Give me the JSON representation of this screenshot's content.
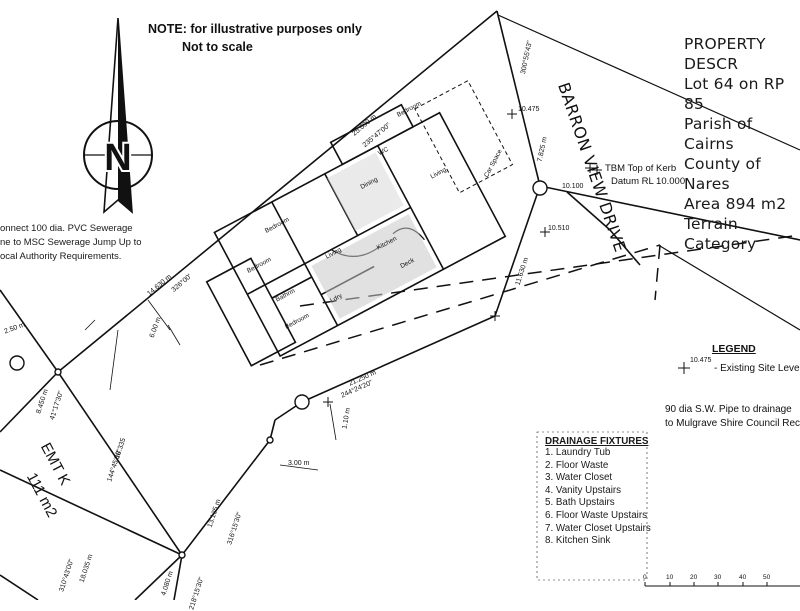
{
  "note": {
    "line1": "NOTE: for illustrative purposes only",
    "line2": "Not to scale"
  },
  "north_label": "N",
  "street_name": "BARRON VIEW DRIVE",
  "property": {
    "title": "PROPERTY DESCR",
    "lot": "Lot 64 on RP 85",
    "parish": "Parish of Cairns",
    "county": "County of Nares",
    "area": "Area 894 m2",
    "terrain": "Terrain Category"
  },
  "tbm": {
    "line1": "TBM Top of Kerb",
    "line2": "Datum RL 10.000"
  },
  "sewer_note": {
    "line1": "onnect 100 dia. PVC Sewerage",
    "line2": "ne to MSC Sewerage Jump Up to",
    "line3": "ocal Authority Requirements."
  },
  "easement": {
    "name": "EMT K",
    "area": "111 m2"
  },
  "legend": {
    "title": "LEGEND",
    "level_sample": "10.475",
    "level_label": "- Existing Site Level"
  },
  "pipe_note": {
    "line1": "90 dia S.W. Pipe to drainage",
    "line2": "to Mulgrave Shire Council Rec"
  },
  "drainage": {
    "title": "DRAINAGE FIXTURES",
    "items": [
      "1. Laundry Tub",
      "2. Floor Waste",
      "3. Water Closet",
      "4. Vanity Upstairs",
      "5. Bath Upstairs",
      "6. Floor Waste Upstairs",
      "7. Water Closet Upstairs",
      "8. Kitchen Sink"
    ]
  },
  "scale_bar": [
    "0",
    "10",
    "20",
    "30",
    "40",
    "50"
  ],
  "rooms": {
    "bedroom1": "Bedroom",
    "bedroom2": "Bedroom",
    "bedroom3": "Bedroom",
    "bedroom4": "Bedroom",
    "living1": "Living",
    "living2": "Living",
    "dining": "Dining",
    "kitchen": "Kitchen",
    "deck": "Deck",
    "laundry": "Ldry",
    "bath": "Bathrm",
    "wc": "WC",
    "carport": "Car Space"
  },
  "levels": {
    "l1": "10.475",
    "l2": "10.510",
    "l3": "10.100"
  },
  "dimensions": {
    "d1": "25.090 m",
    "d2": "235°47'00\"",
    "d3": "21.250 m",
    "d4": "244°24'20\"",
    "d5": "14.630 m",
    "d6": "326°00'",
    "d7": "8.450 m",
    "d8": "13.135 m",
    "d9": "316°15'30\"",
    "d10": "18.035 m",
    "d11": "310°43'00\"",
    "d12": "2.50 m",
    "d13": "3.00 m",
    "d14": "1.10 m",
    "d15": "11.630 m",
    "d16": "7.825 m",
    "d17": "300°55'43\"",
    "d18": "6.00 m",
    "d19": "4.080 m",
    "d20": "218°15'30\"",
    "d21": "18.335",
    "d22": "144°45'00\"",
    "d23": "41°17'30\""
  }
}
